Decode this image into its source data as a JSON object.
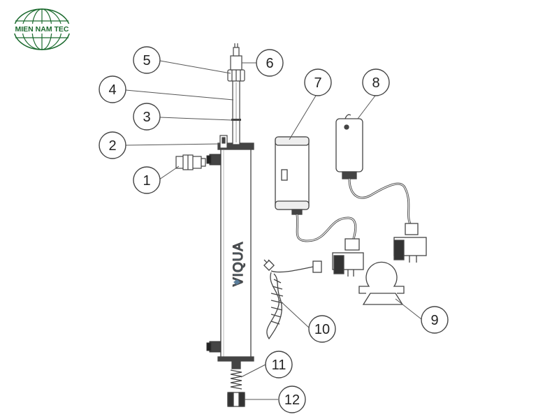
{
  "logo": {
    "text": "MIEN NAM TEC",
    "color": "#1b6a2e"
  },
  "brand": {
    "text": "VIQUA",
    "color": "#5a7d9a"
  },
  "callouts": [
    "1",
    "2",
    "3",
    "4",
    "5",
    "6",
    "7",
    "8",
    "9",
    "10",
    "11",
    "12"
  ],
  "colors": {
    "line": "#555555",
    "part_fill": "#ffffff",
    "part_stroke": "#444444",
    "dark": "#333333"
  }
}
